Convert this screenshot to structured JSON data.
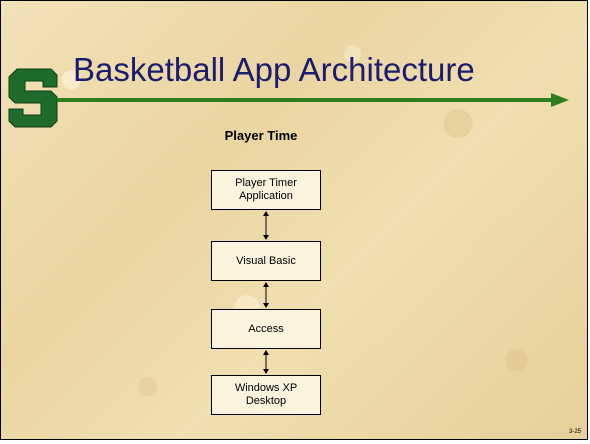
{
  "slide": {
    "title": "Basketball App Architecture",
    "subtitle": "Player Time",
    "slide_number": "3-25",
    "colors": {
      "title": "#1c1c6e",
      "rule": "#2f7d1f",
      "logo": "#1e6b2b"
    }
  },
  "diagram": {
    "boxes": [
      {
        "label": "Player Timer\nApplication"
      },
      {
        "label": "Visual Basic"
      },
      {
        "label": "Access"
      },
      {
        "label": "Windows XP\nDesktop"
      }
    ],
    "connectors": [
      "bidirectional",
      "bidirectional",
      "bidirectional"
    ]
  },
  "logo": {
    "icon": "block-s-icon"
  }
}
